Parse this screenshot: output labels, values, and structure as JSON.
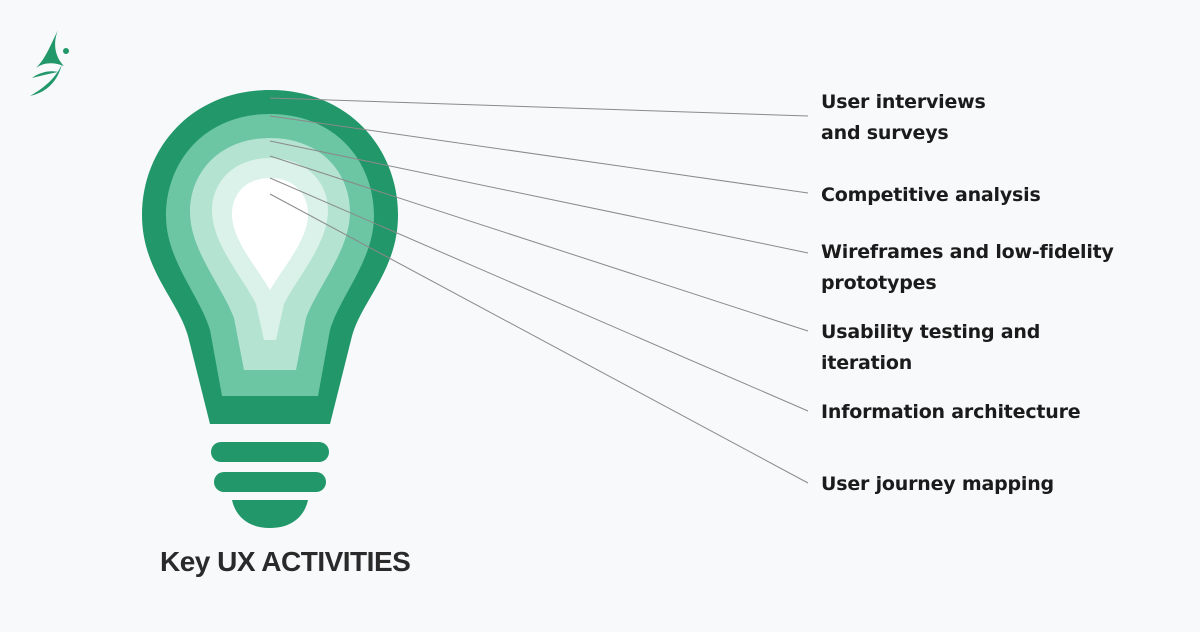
{
  "title": "Key UX ACTIVITIES",
  "activities": [
    {
      "lines": [
        "User interviews",
        "and surveys"
      ]
    },
    {
      "lines": [
        "Competitive analysis"
      ]
    },
    {
      "lines": [
        "Wireframes and low-fidelity",
        "prototypes"
      ]
    },
    {
      "lines": [
        "Usability testing and",
        "iteration"
      ]
    },
    {
      "lines": [
        "Information architecture"
      ]
    },
    {
      "lines": [
        "User journey mapping"
      ]
    }
  ],
  "colors": {
    "background": "#f8f9fb",
    "bulb_dark": "#21976a",
    "bulb_mid": "#6cc5a3",
    "bulb_light": "#b4e3d2",
    "bulb_lighter": "#daf2e9",
    "bulb_core": "#ffffff",
    "logo": "#21976a",
    "connector": "#8a8a8a",
    "text": "#1b1b1b"
  },
  "icons": {
    "logo": "leaping-figure-logo-icon",
    "bulb": "light-bulb-icon"
  }
}
